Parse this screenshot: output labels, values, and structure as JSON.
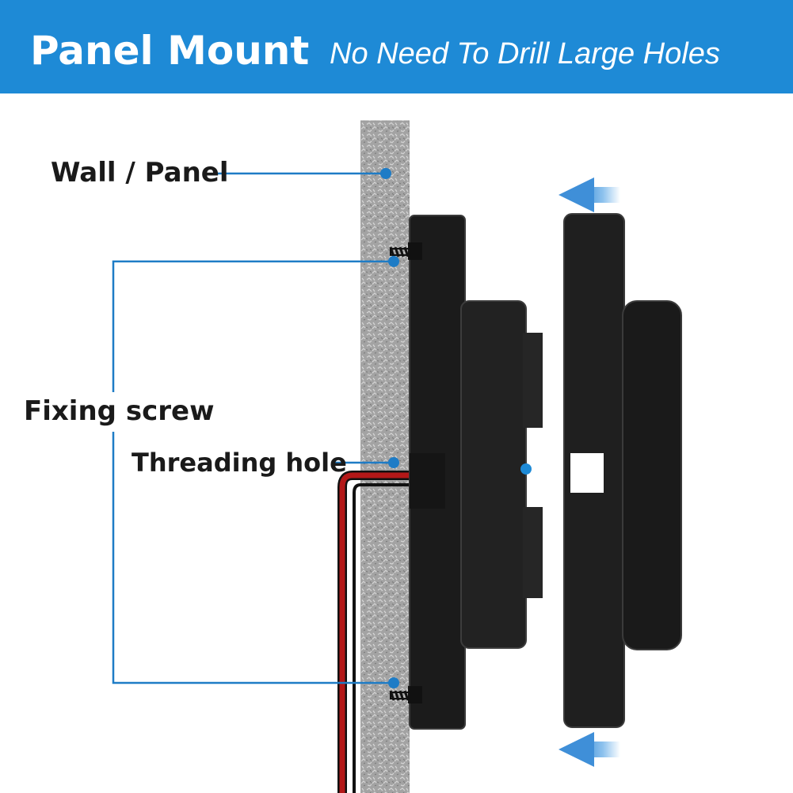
{
  "header": {
    "title": "Panel Mount",
    "subtitle": "No Need To Drill Large Holes"
  },
  "labels": {
    "wall_panel": "Wall / Panel",
    "fixing_screw": "Fixing screw",
    "threading_hole": "Threading hole"
  },
  "colors": {
    "header_bg": "#1e8ad6",
    "leader_line": "#1e7cc6",
    "device_body": "#1c1c1c",
    "wall": "#a9a9a9",
    "cable": "#b01616"
  },
  "icons": [
    "arrow-left-icon",
    "screw-icon"
  ]
}
